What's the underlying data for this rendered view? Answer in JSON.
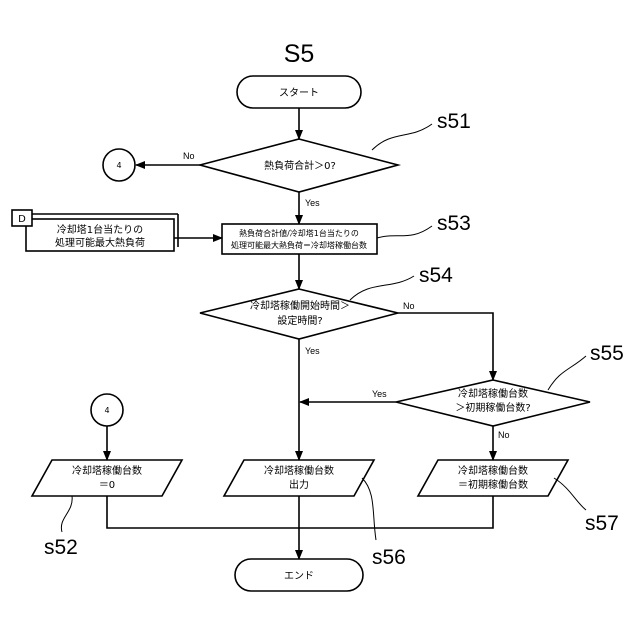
{
  "title": "S5",
  "start": "スタート",
  "end": "エンド",
  "decision_s51": "熱負荷合計＞0?",
  "process_s53": {
    "line1": "熱負荷合計値/冷却塔1台当たりの",
    "line2": "処理可能最大熱負荷＝冷却塔稼働台数"
  },
  "data_input": {
    "tag": "D",
    "line1": "冷却塔1台当たりの",
    "line2": "処理可能最大熱負荷"
  },
  "decision_s54": {
    "line1": "冷却塔稼働開始時間＞",
    "line2": "設定時間?"
  },
  "decision_s55": {
    "line1": "冷却塔稼働台数",
    "line2": "＞初期稼働台数?"
  },
  "output_s52": {
    "line1": "冷却塔稼働台数",
    "line2": "＝0"
  },
  "output_s56": {
    "line1": "冷却塔稼働台数",
    "line2": "出力"
  },
  "output_s57": {
    "line1": "冷却塔稼働台数",
    "line2": "＝初期稼働台数"
  },
  "connector": "4",
  "labels": {
    "s51": "s51",
    "s52": "s52",
    "s53": "s53",
    "s54": "s54",
    "s55": "s55",
    "s56": "s56",
    "s57": "s57"
  },
  "branch": {
    "s51_no": "No",
    "s51_yes": "Yes",
    "s54_no": "No",
    "s54_yes": "Yes",
    "s55_yes": "Yes",
    "s55_no": "No"
  }
}
